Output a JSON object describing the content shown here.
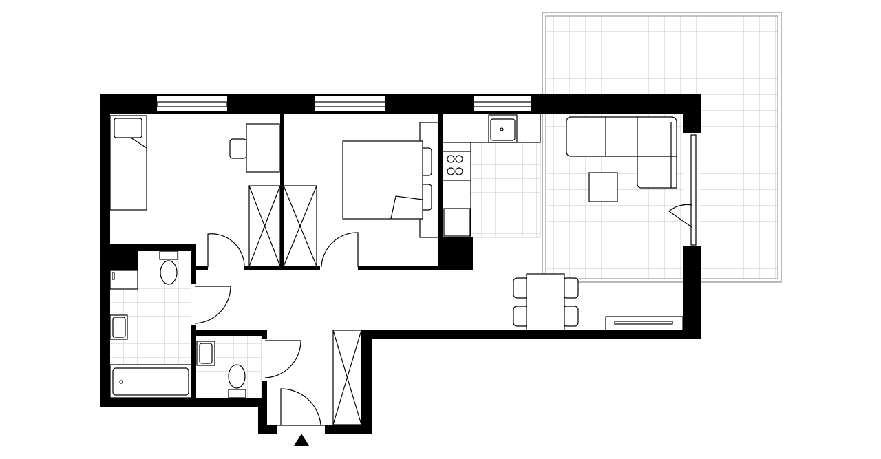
{
  "plan": {
    "colors": {
      "wall": "#000000",
      "background": "#ffffff",
      "tile_grid": "#c8c8c8"
    },
    "rooms": [
      "bedroom",
      "bedroom",
      "kitchen-living",
      "bathroom",
      "wc",
      "hall",
      "terrace"
    ],
    "entrance_marker": "triangle-up-icon"
  }
}
